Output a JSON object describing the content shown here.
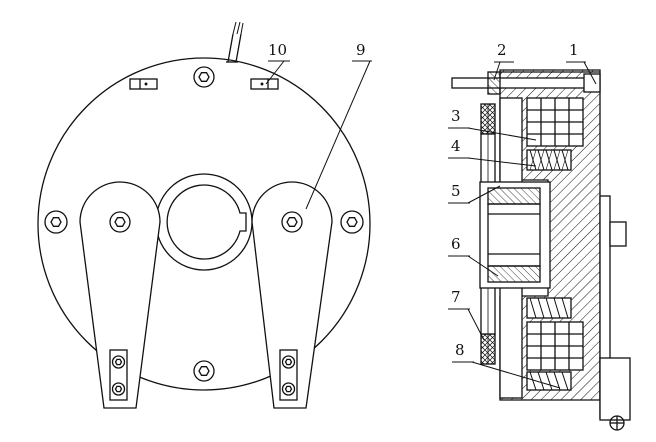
{
  "diagram": {
    "front_view_callouts": [
      {
        "id": "callout-10",
        "text": "10"
      },
      {
        "id": "callout-9",
        "text": "9"
      }
    ],
    "section_view_callouts": [
      {
        "id": "callout-2",
        "text": "2"
      },
      {
        "id": "callout-1",
        "text": "1"
      },
      {
        "id": "callout-3",
        "text": "3"
      },
      {
        "id": "callout-4",
        "text": "4"
      },
      {
        "id": "callout-5",
        "text": "5"
      },
      {
        "id": "callout-6",
        "text": "6"
      },
      {
        "id": "callout-7",
        "text": "7"
      },
      {
        "id": "callout-8",
        "text": "8"
      }
    ],
    "colors": {
      "line": "#111111",
      "background": "#ffffff"
    }
  }
}
